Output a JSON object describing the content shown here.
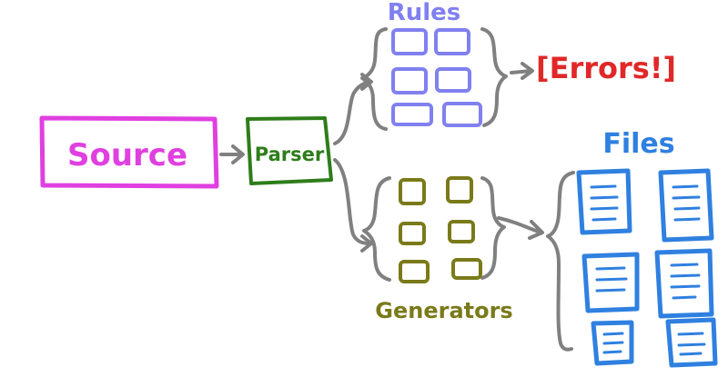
{
  "source_label": "Source",
  "parser_label": "Parser",
  "rules_label": "Rules",
  "errors_label": "[Errors!]",
  "generators_label": "Generators",
  "files_label": "Files",
  "colors": {
    "source": "#e040e0",
    "parser": "#2e7d1a",
    "rules": "#8080f0",
    "errors": "#e02828",
    "generators": "#7a7a1a",
    "files": "#2f80e0",
    "arrows": "#808080"
  }
}
